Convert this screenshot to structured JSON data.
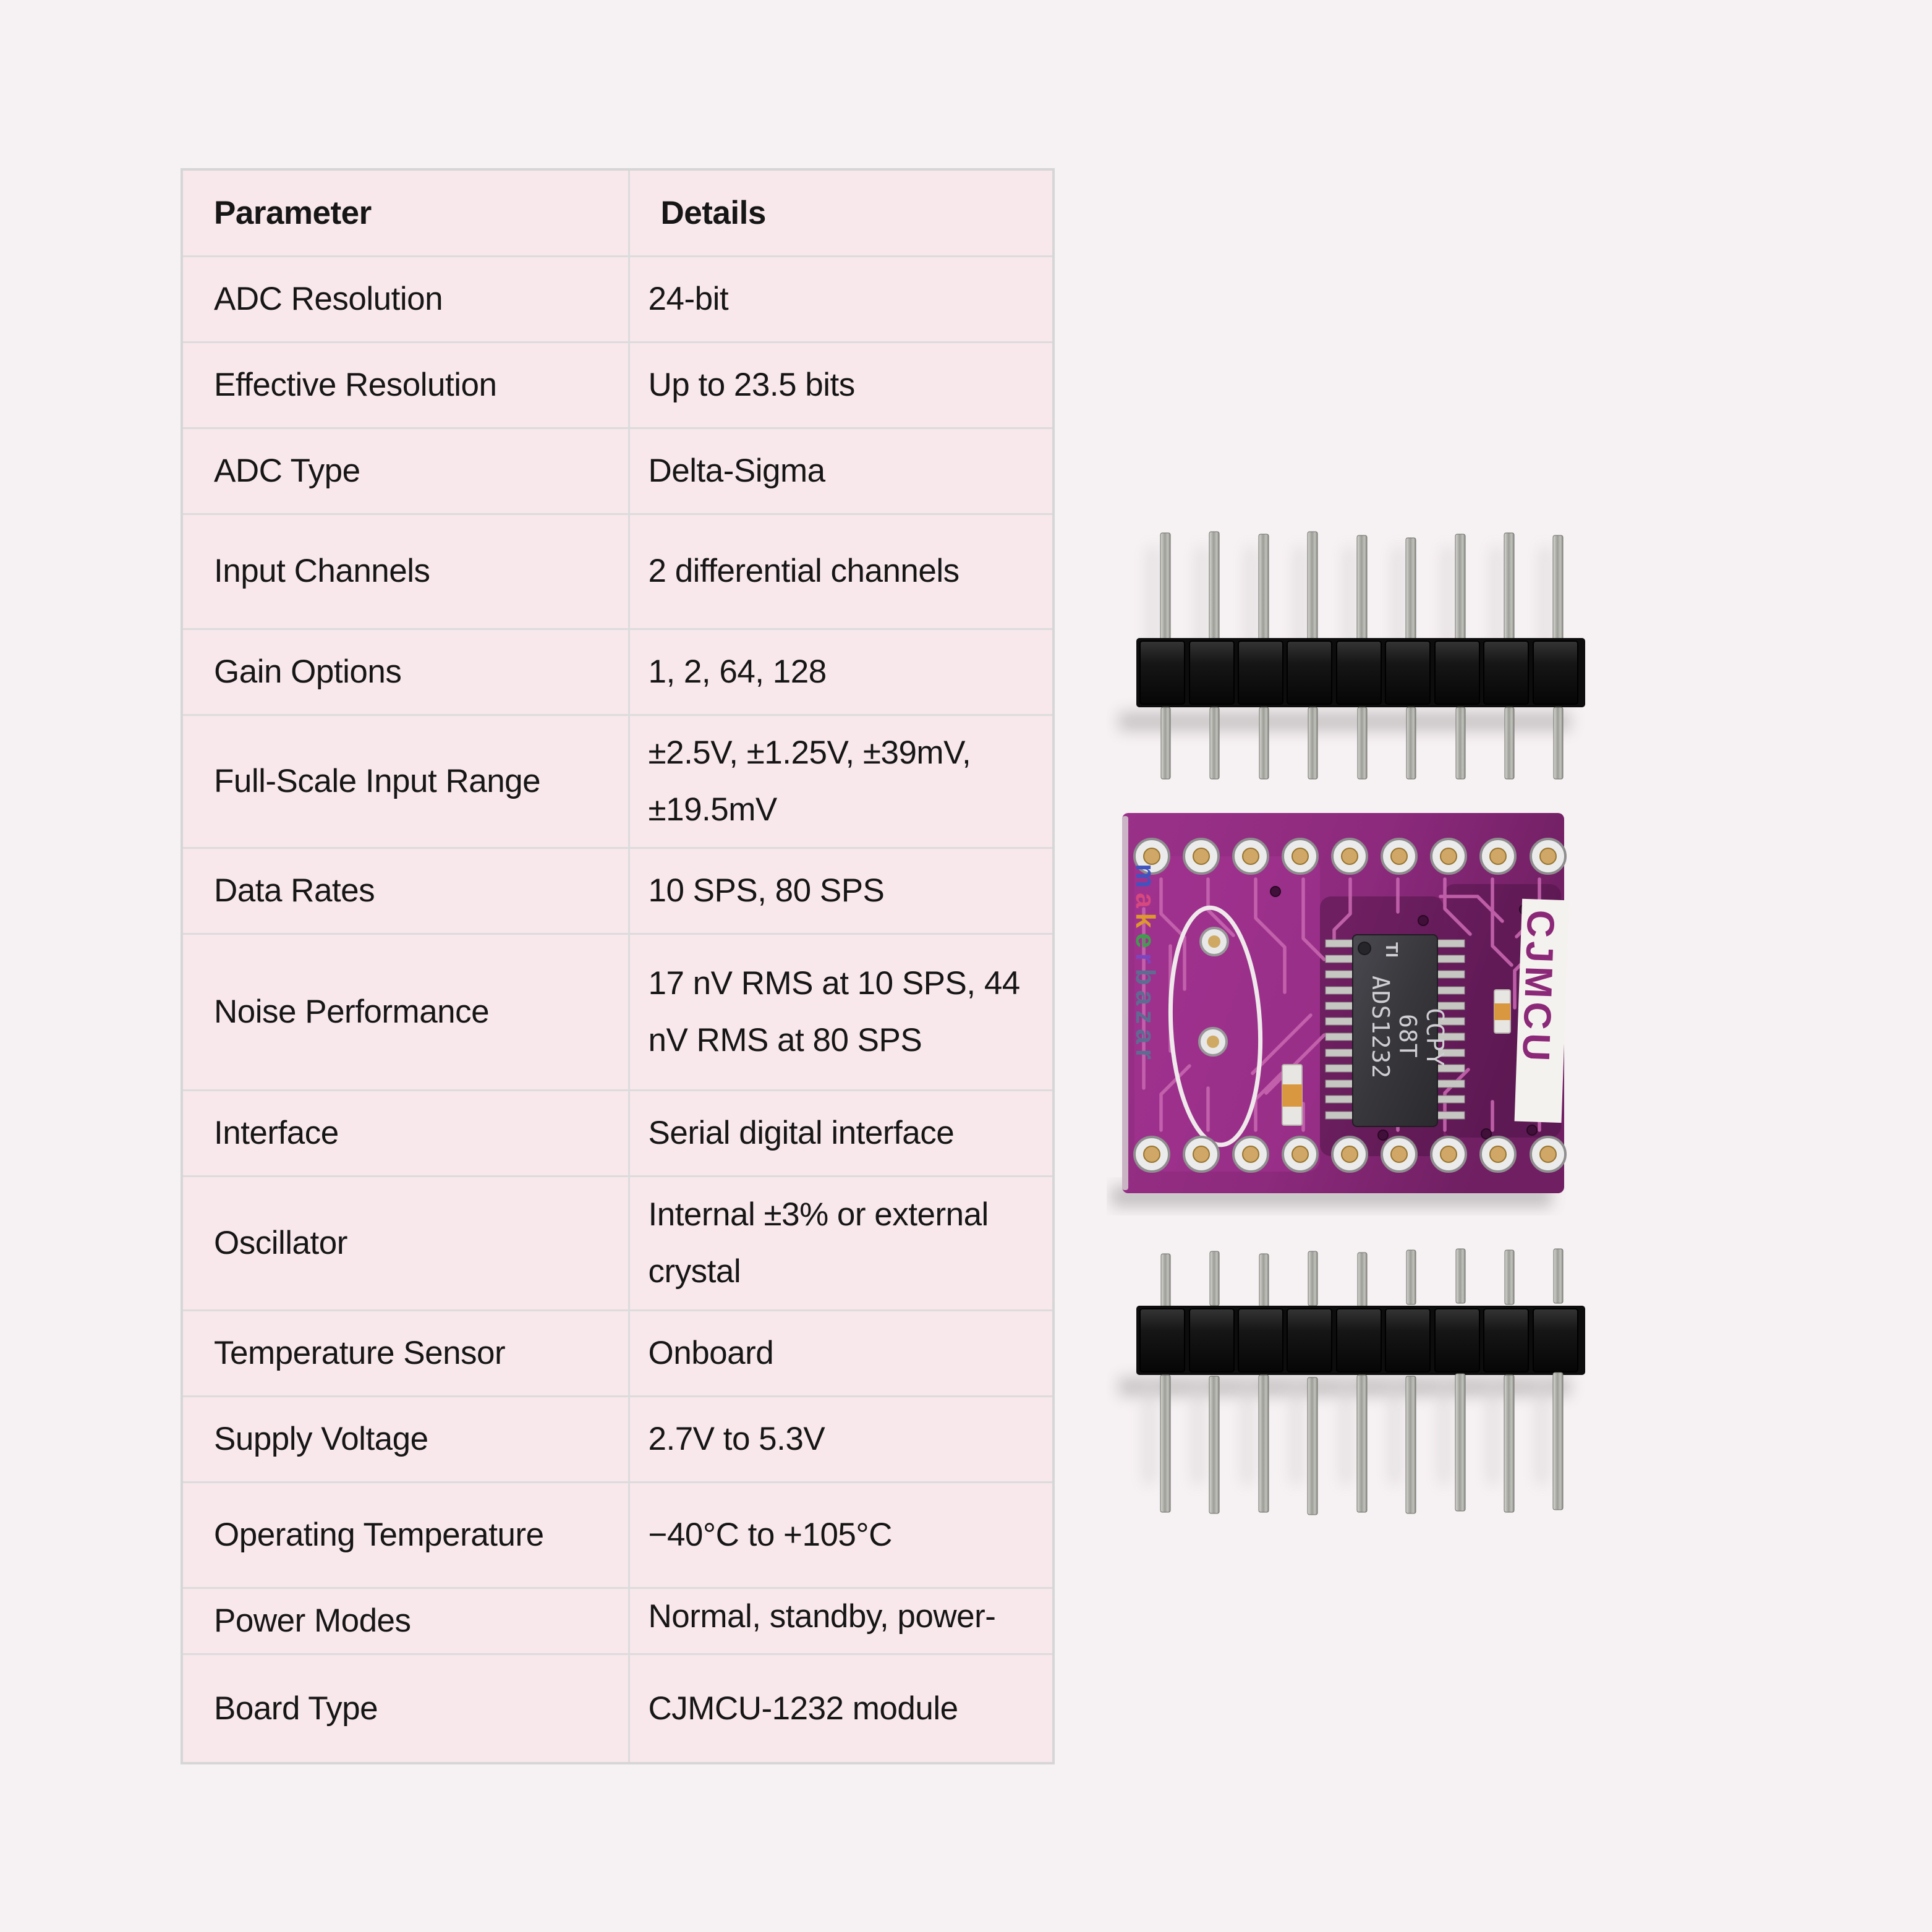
{
  "page": {
    "background": "#f6f1f3"
  },
  "table": {
    "headers": {
      "parameter": "Parameter",
      "details": "Details"
    },
    "rows": [
      {
        "param": "ADC Resolution",
        "value": "24-bit"
      },
      {
        "param": "Effective Resolution",
        "value": "Up to 23.5 bits"
      },
      {
        "param": "ADC Type",
        "value": "Delta-Sigma"
      },
      {
        "param": "Input Channels",
        "value": "2 differential channels"
      },
      {
        "param": "Gain Options",
        "value": "1, 2, 64, 128"
      },
      {
        "param": "Full-Scale Input Range",
        "value": "±2.5V, ±1.25V, ±39mV, ±19.5mV"
      },
      {
        "param": "Data Rates",
        "value": "10 SPS, 80 SPS"
      },
      {
        "param": "Noise Performance",
        "value": "17 nV RMS at 10 SPS, 44 nV RMS at 80 SPS"
      },
      {
        "param": "Interface",
        "value": "Serial digital interface"
      },
      {
        "param": "Oscillator",
        "value": "Internal ±3% or external crystal"
      },
      {
        "param": "Temperature Sensor",
        "value": "Onboard"
      },
      {
        "param": "Supply Voltage",
        "value": "2.7V to 5.3V"
      },
      {
        "param": "Operating Temperature",
        "value": "−40°C to +105°C"
      },
      {
        "param": "Power Modes",
        "value": "Normal, standby, power-down"
      },
      {
        "param": "Board Type",
        "value": "CJMCU-1232 module"
      }
    ],
    "style": {
      "cell_bg": "#f8e7eb",
      "border": "#dcdcdc",
      "text": "#161616"
    }
  },
  "module_photo": {
    "board_label": "CJMCU",
    "chip_logo": "TI",
    "chip_marking_lines": [
      "ADS1232",
      "68T",
      "CCPY"
    ],
    "watermark_letters": [
      {
        "ch": "m",
        "color": "#4053c0"
      },
      {
        "ch": "a",
        "color": "#d6487e"
      },
      {
        "ch": "k",
        "color": "#dd9a2b"
      },
      {
        "ch": "e",
        "color": "#3f9e4d"
      },
      {
        "ch": "r",
        "color": "#7a46c0"
      },
      {
        "ch": "b",
        "color": "#5d6d92"
      },
      {
        "ch": "a",
        "color": "#5d6d92"
      },
      {
        "ch": "z",
        "color": "#5d6d92"
      },
      {
        "ch": "a",
        "color": "#5d6d92"
      },
      {
        "ch": "r",
        "color": "#5d6d92"
      }
    ],
    "pin_headers": {
      "count": 2,
      "pins_per_header": 9
    },
    "pads_per_row": 9,
    "colors": {
      "pcb": "#8d2a7d",
      "trace": "#c766b0",
      "label_text": "#8b2878",
      "chip_body": "#38373b",
      "pad_ring": "#ebebeb",
      "pad_center": "#d0a766"
    }
  }
}
